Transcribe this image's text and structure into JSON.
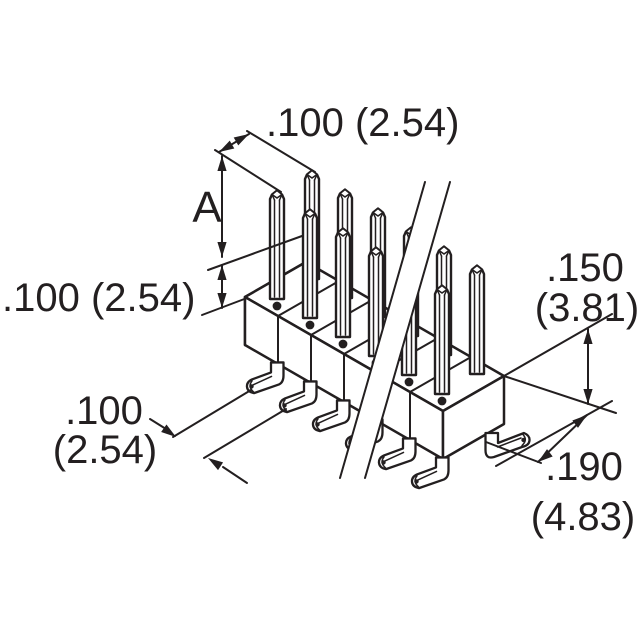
{
  "labels": {
    "top_pitch": ".100 (2.54)",
    "left_spacing": ".100 (2.54)",
    "a": "A",
    "right_height_in": ".150",
    "right_height_mm": "(3.81)",
    "bottom_pitch_in": ".100",
    "bottom_pitch_mm": "(2.54)",
    "lead_span_in": ".190",
    "lead_span_mm": "(4.83)"
  },
  "colors": {
    "ink": "#231f20",
    "paper": "#ffffff"
  }
}
